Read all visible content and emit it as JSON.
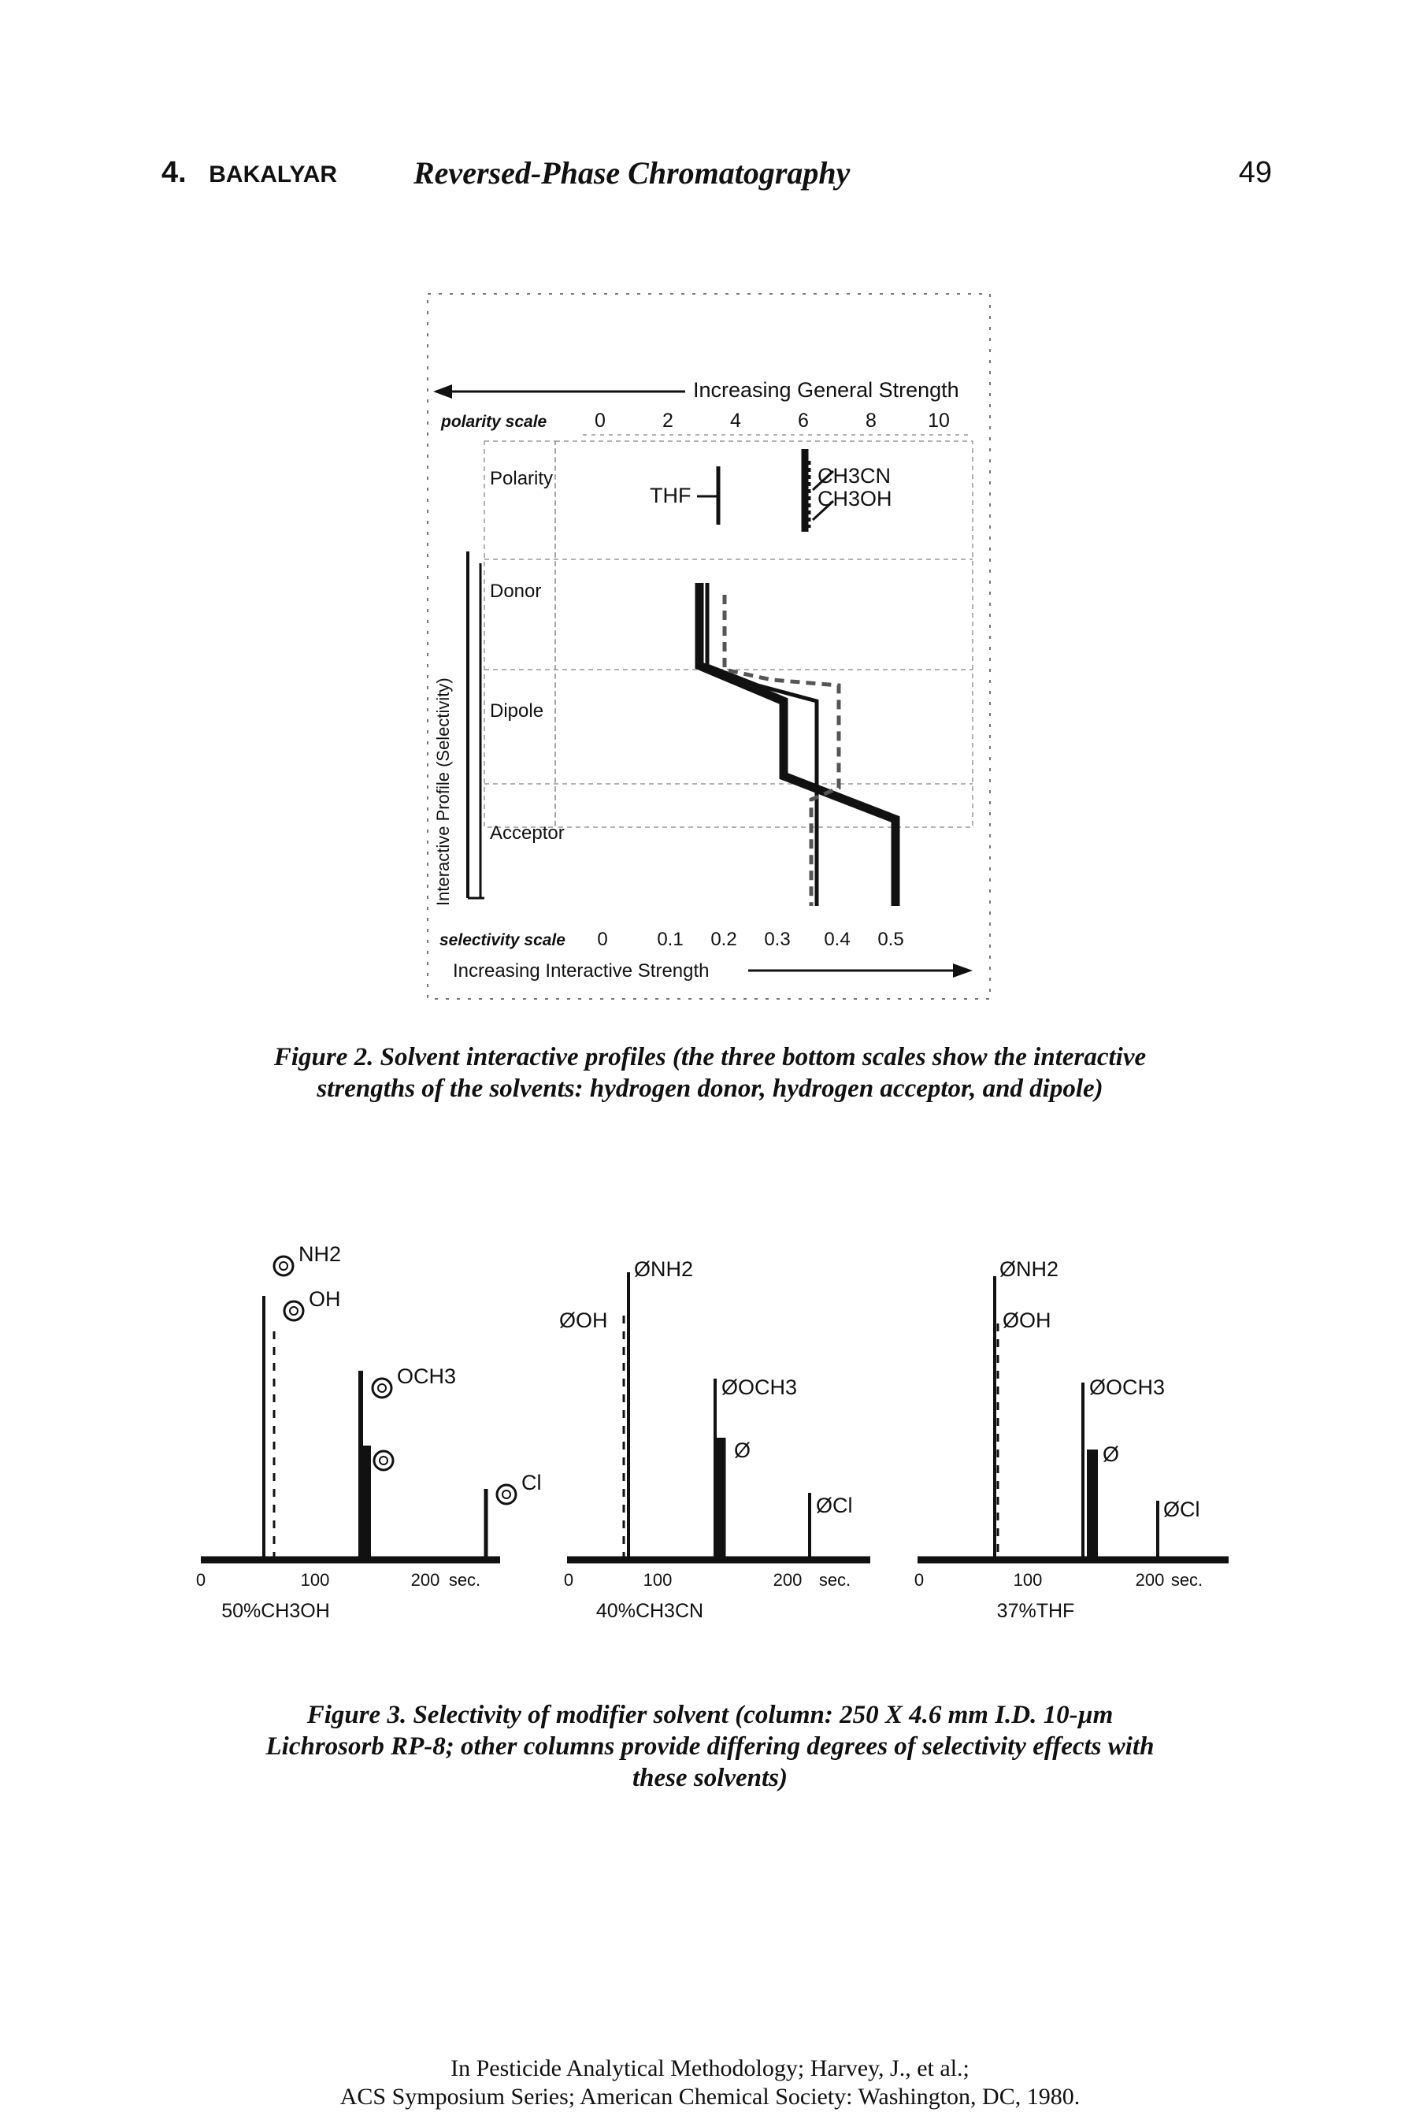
{
  "header": {
    "chapter": "4.",
    "author": "BAKALYAR",
    "title": "Reversed-Phase Chromatography",
    "page": "49"
  },
  "figure2": {
    "top_arrow_label": "Increasing General Strength",
    "polarity_scale_label": "polarity scale",
    "polarity_ticks": [
      "0",
      "2",
      "4",
      "6",
      "8",
      "10"
    ],
    "rows": [
      "Polarity",
      "Donor",
      "Dipole",
      "Acceptor"
    ],
    "vertical_label": "Interactive Profile (Selectivity)",
    "solvent_thf": "THF",
    "solvent_ch3cn": "CH3CN",
    "solvent_ch3oh": "CH3OH",
    "selectivity_scale_label": "selectivity scale",
    "selectivity_ticks": [
      "0",
      "0.1",
      "0.2",
      "0.3",
      "0.4",
      "0.5"
    ],
    "bottom_arrow_label": "Increasing Interactive Strength",
    "caption": "Figure 2. Solvent interactive profiles (the three bottom scales show the interactive strengths of the solvents: hydrogen donor, hydrogen acceptor, and dipole)"
  },
  "figure3": {
    "panels": [
      {
        "solvent": "50%CH3OH",
        "ticks": [
          "0",
          "100",
          "200",
          "sec."
        ],
        "peaks": [
          "NH2",
          "OH",
          "OCH3",
          "",
          "Cl"
        ]
      },
      {
        "solvent": "40%CH3CN",
        "ticks": [
          "0",
          "100",
          "200",
          "sec."
        ],
        "peaks": [
          "ØNH2",
          "ØOH",
          "ØOCH3",
          "Ø",
          "ØCl"
        ]
      },
      {
        "solvent": "37%THF",
        "ticks": [
          "0",
          "100",
          "200",
          "sec."
        ],
        "peaks": [
          "ØNH2",
          "ØOH",
          "ØOCH3",
          "Ø",
          "ØCl"
        ]
      }
    ],
    "caption": "Figure 3. Selectivity of modifier solvent (column: 250 X 4.6 mm I.D. 10-µm Lichrosorb RP-8; other columns provide differing degrees of selectivity effects with these solvents)"
  },
  "footer": {
    "line1": "In Pesticide Analytical Methodology; Harvey, J., et al.;",
    "line2": "ACS Symposium Series; American Chemical Society: Washington, DC, 1980."
  }
}
